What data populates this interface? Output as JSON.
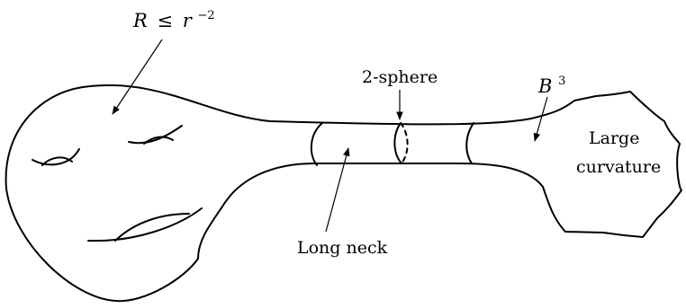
{
  "labels": {
    "curvature_bound": {
      "R": "R",
      "le": "≤",
      "r": "r",
      "exp": "−2"
    },
    "two_sphere": "2-sphere",
    "ball": {
      "B": "B",
      "exp": "3"
    },
    "large_curvature_line1": "Large",
    "large_curvature_line2": "curvature",
    "long_neck": "Long neck"
  },
  "icons": {
    "arrowhead": "arrow-icon"
  }
}
